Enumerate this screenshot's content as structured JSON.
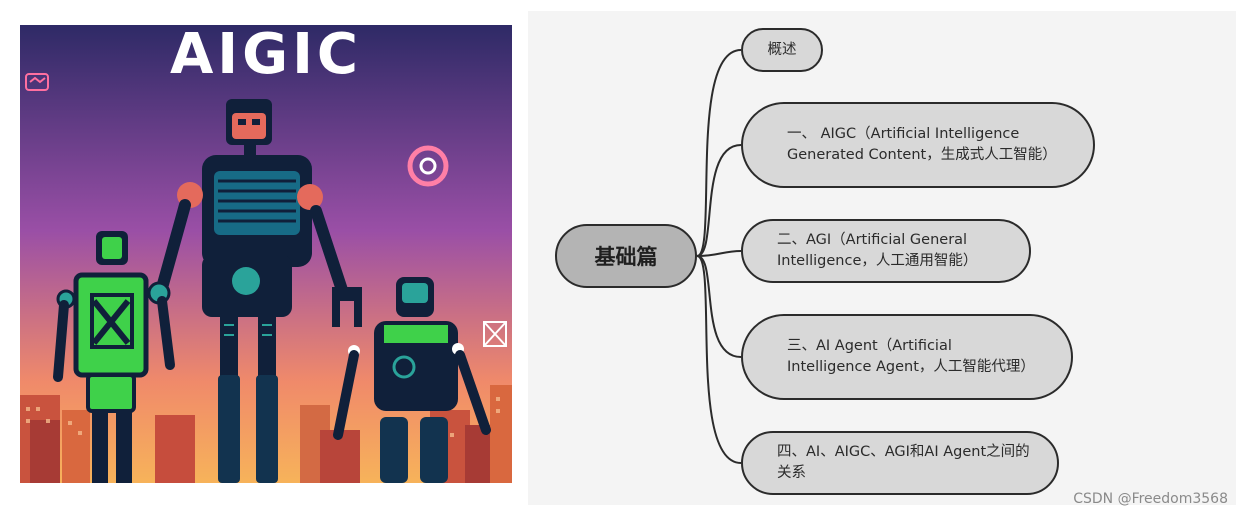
{
  "poster": {
    "title": "AIGIC",
    "sky_top": "#2e2a66",
    "sky_mid": "#9a4fa6",
    "sky_bottom": "#f7b35a"
  },
  "mindmap": {
    "root": "基础篇",
    "branches": [
      {
        "label": "概述"
      },
      {
        "label": "一、 AIGC（Artificial Intelligence Generated Content，生成式人工智能）"
      },
      {
        "label": "二、AGI（Artificial General Intelligence，人工通用智能）"
      },
      {
        "label": "三、AI Agent（Artificial Intelligence Agent，人工智能代理）"
      },
      {
        "label": "四、AI、AIGC、AGI和AI Agent之间的关系"
      }
    ],
    "line_color": "#2b2b2b",
    "node_fill": "#d8d8d8",
    "root_fill": "#b4b4b4"
  },
  "watermark": "CSDN @Freedom3568"
}
